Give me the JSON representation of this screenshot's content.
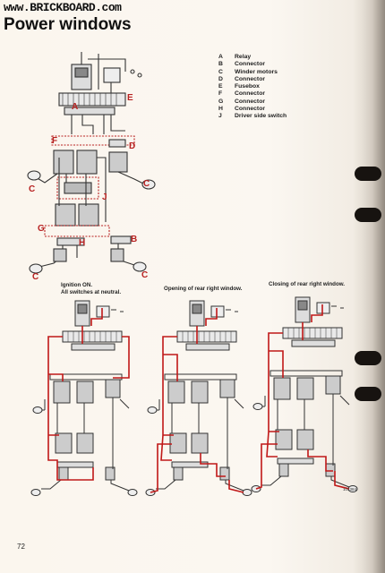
{
  "watermark": "www.BRICKBOARD.com",
  "title": "Power windows",
  "legend": [
    {
      "key": "A",
      "text": "Relay"
    },
    {
      "key": "B",
      "text": "Connector"
    },
    {
      "key": "C",
      "text": "Winder motors"
    },
    {
      "key": "D",
      "text": "Connector"
    },
    {
      "key": "E",
      "text": "Fusebox"
    },
    {
      "key": "F",
      "text": "Connector"
    },
    {
      "key": "G",
      "text": "Connector"
    },
    {
      "key": "H",
      "text": "Connector"
    },
    {
      "key": "J",
      "text": "Driver side switch"
    }
  ],
  "captions": {
    "ignition_line1": "Ignition ON.",
    "ignition_line2": "All switches at neutral.",
    "opening": "Opening of rear right window.",
    "closing": "Closing of rear right window."
  },
  "colors": {
    "wire": "#333333",
    "active_wire": "#c01818",
    "label": "#b82222"
  },
  "page_number": "72",
  "figure_ref": "101384"
}
